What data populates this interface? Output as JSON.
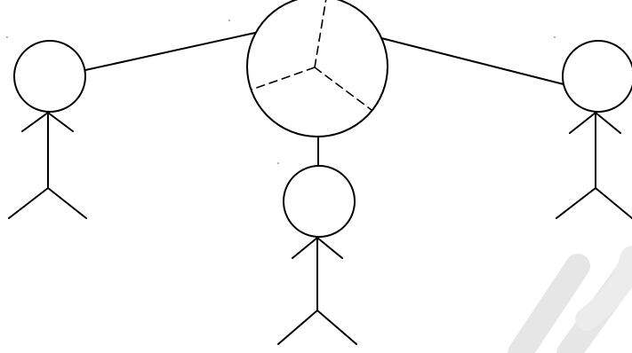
{
  "diagram": {
    "background": "#ffffff",
    "ink_color": "#000000",
    "watermark_color": "#e6e6e6",
    "figures": [
      {
        "role": "left-figure"
      },
      {
        "role": "center-figure"
      },
      {
        "role": "right-figure"
      }
    ],
    "connections": [
      {
        "from": "left-figure",
        "to": "hub"
      },
      {
        "from": "right-figure",
        "to": "hub"
      },
      {
        "from": "center-figure",
        "to": "hub"
      }
    ],
    "hub": {
      "sectors": 3,
      "divider_style": "dashed"
    }
  }
}
